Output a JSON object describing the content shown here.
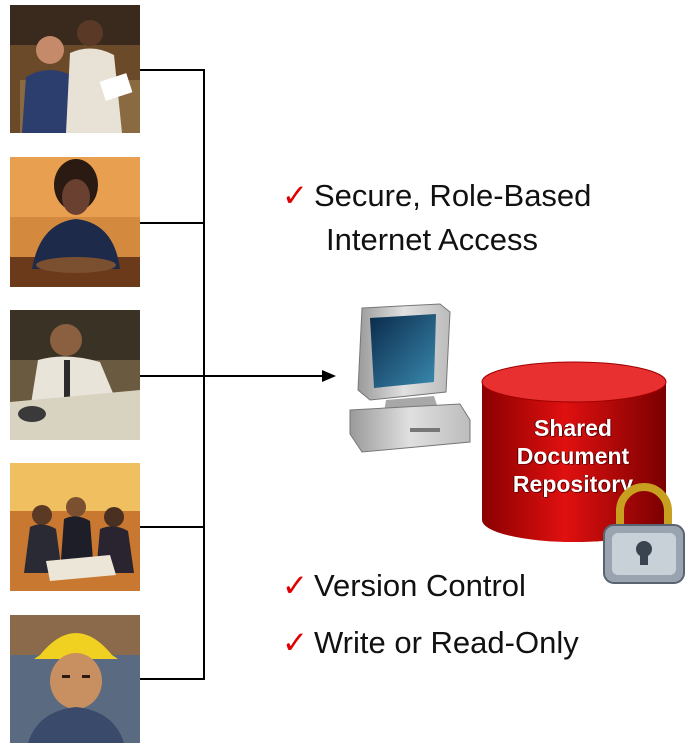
{
  "bullets": {
    "secure_line1": "Secure, Role-Based",
    "secure_line2": "Internet Access",
    "version": "Version Control",
    "write": "Write or Read-Only",
    "check_glyph": "✓"
  },
  "repository": {
    "line1": "Shared",
    "line2": "Document",
    "line3": "Repository"
  },
  "colors": {
    "check": "#e00000",
    "cylinder": "#cc0000"
  },
  "icons": [
    "computer-icon",
    "database-cylinder-icon",
    "padlock-icon",
    "checkmark-icon"
  ]
}
